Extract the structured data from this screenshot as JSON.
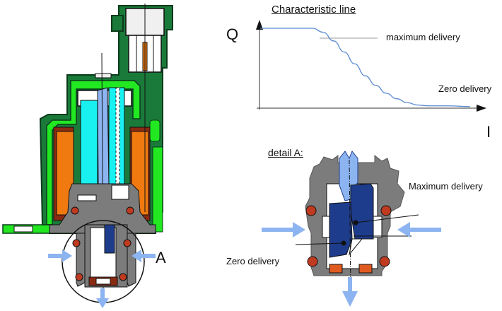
{
  "diagram": {
    "left_section": {
      "name": "solenoid-valve-cross-section",
      "detail_marker_label": "A"
    },
    "characteristic_chart": {
      "title": "Characteristic line",
      "y_axis_label": "Q",
      "x_axis_label": "I",
      "annotations": {
        "max": "maximum delivery",
        "zero": "Zero delivery"
      }
    },
    "detail": {
      "title": "detail A:",
      "labels": {
        "max": "Maximum delivery",
        "zero": "Zero delivery"
      }
    },
    "colors": {
      "housing_green_dark": "#1a7a3a",
      "housing_green_light": "#22e822",
      "coil_orange": "#f07a10",
      "coil_brown": "#8a2a12",
      "armature_cyan": "#19f0f0",
      "plunger_blue": "#8cb4f0",
      "body_gray": "#7c7c7c",
      "piston_navy": "#1e3c8c",
      "seal_red": "#c03a20",
      "flow_arrow": "#8cb4f0",
      "curve": "#5a8ad0"
    }
  },
  "chart_data": {
    "type": "line",
    "title": "Characteristic line",
    "xlabel": "I",
    "ylabel": "Q",
    "x": [
      0,
      0.15,
      0.25,
      0.3,
      0.35,
      0.4,
      0.45,
      0.5,
      0.55,
      0.6,
      0.65,
      0.7,
      0.75,
      0.8,
      0.9,
      1.0
    ],
    "series": [
      {
        "name": "delivery",
        "values": [
          1.0,
          1.0,
          1.0,
          0.95,
          0.84,
          0.7,
          0.55,
          0.4,
          0.28,
          0.18,
          0.11,
          0.06,
          0.03,
          0.02,
          0.02,
          0.01
        ]
      }
    ],
    "xlim": [
      0,
      1
    ],
    "ylim": [
      0,
      1.1
    ],
    "grid": false,
    "annotations": [
      "maximum delivery",
      "Zero delivery"
    ]
  }
}
